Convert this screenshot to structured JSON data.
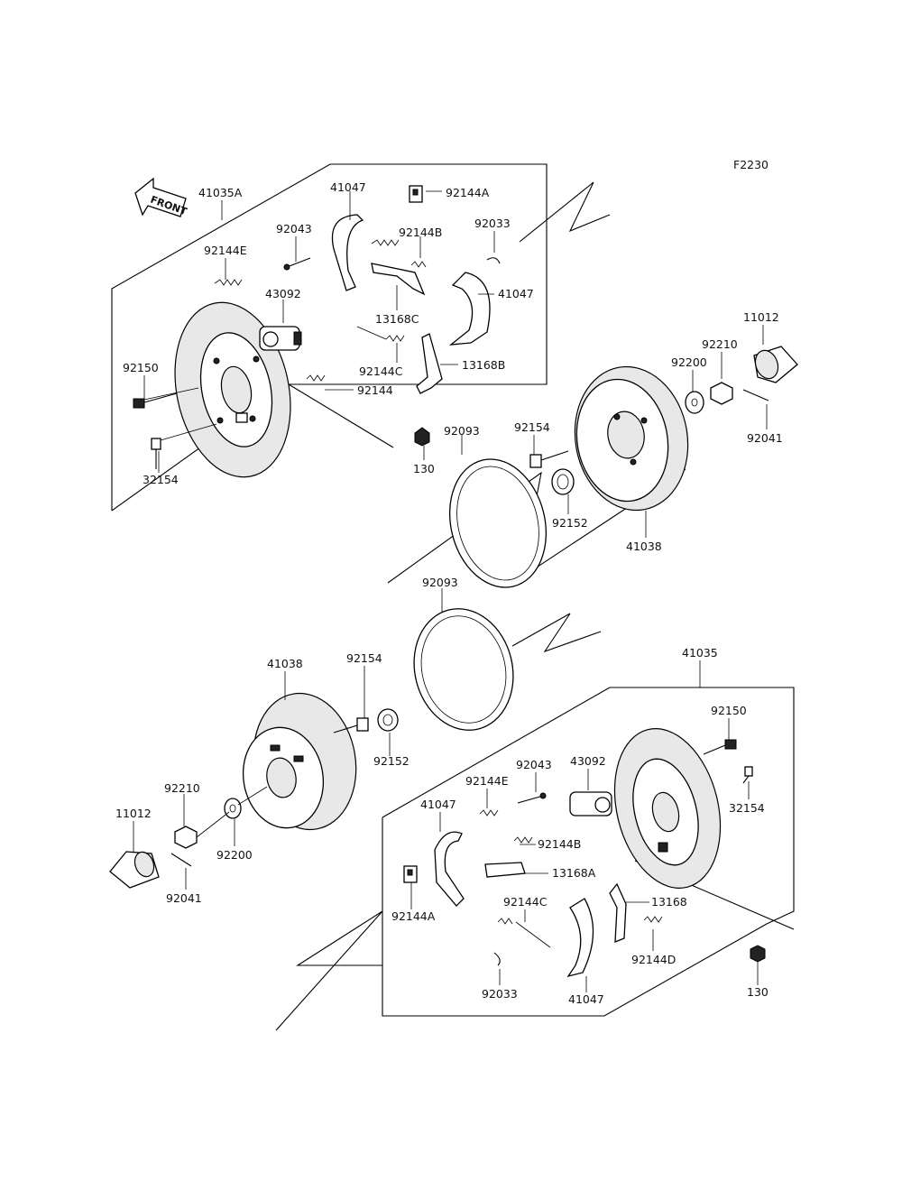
{
  "figure_code": "F2230",
  "front_label": "FRONT",
  "labels": {
    "top_41035A": "41035A",
    "top_41047_a": "41047",
    "top_92144A": "92144A",
    "top_92043": "92043",
    "top_92144B": "92144B",
    "top_92033": "92033",
    "top_92144E": "92144E",
    "top_43092": "43092",
    "top_13168C": "13168C",
    "top_41047_b": "41047",
    "top_92144C": "92144C",
    "top_13168B": "13168B",
    "top_92150": "92150",
    "top_92144": "92144",
    "top_32154": "32154",
    "top_130": "130",
    "top_92093": "92093",
    "top_92154": "92154",
    "top_92152": "92152",
    "top_41038": "41038",
    "top_92200": "92200",
    "top_92210": "92210",
    "top_11012": "11012",
    "top_92041": "92041",
    "mid_92093": "92093",
    "bot_41038": "41038",
    "bot_92154": "92154",
    "bot_92152": "92152",
    "bot_92210": "92210",
    "bot_11012": "11012",
    "bot_92200": "92200",
    "bot_92041": "92041",
    "bot_41035": "41035",
    "bot_92150": "92150",
    "bot_32154": "32154",
    "bot_92043": "92043",
    "bot_43092": "43092",
    "bot_92144E": "92144E",
    "bot_41047_a": "41047",
    "bot_92144B": "92144B",
    "bot_13168A": "13168A",
    "bot_92144C": "92144C",
    "bot_13168": "13168",
    "bot_92144A": "92144A",
    "bot_92144D": "92144D",
    "bot_92033": "92033",
    "bot_41047_b": "41047",
    "bot_130": "130"
  }
}
